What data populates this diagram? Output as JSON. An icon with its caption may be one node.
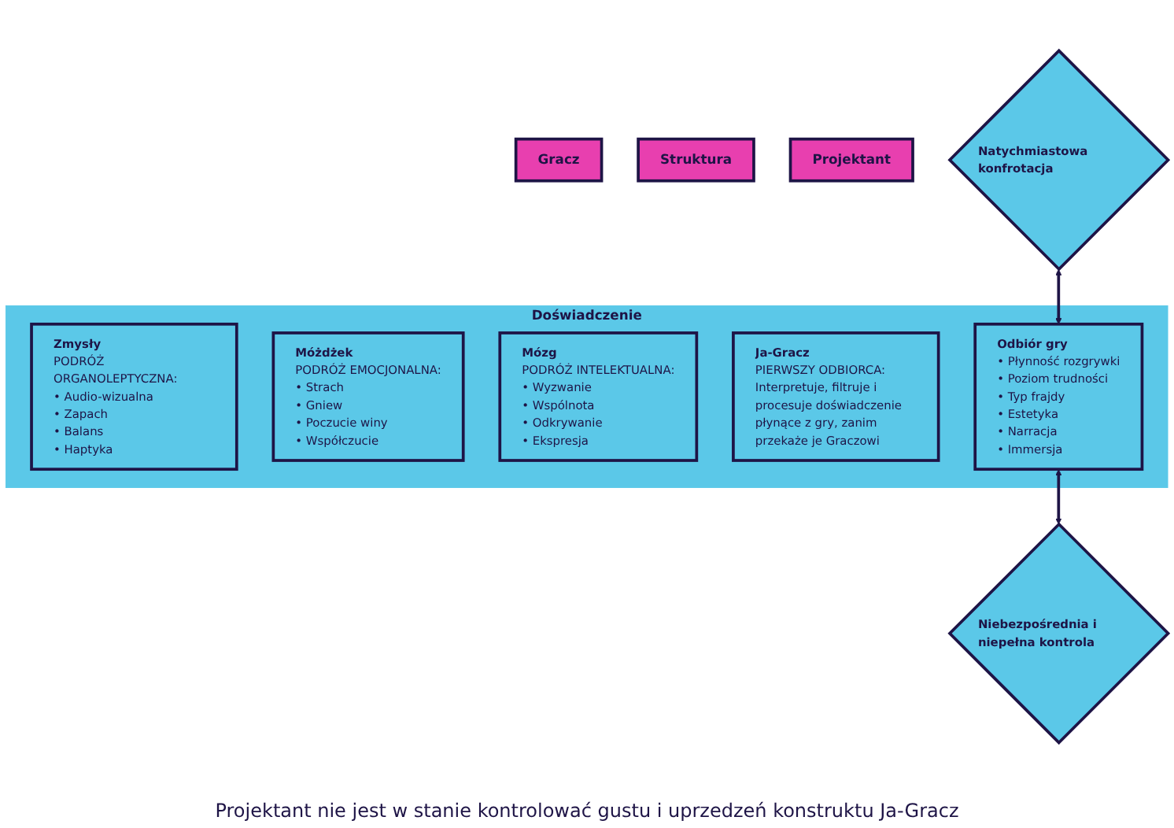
{
  "diagram": {
    "nodes": [
      {
        "text": [
          "Gracz"
        ]
      },
      {
        "text": [
          "Struktura"
        ]
      },
      {
        "text": [
          "Projektant"
        ]
      },
      {
        "text": [
          "Doświadczenie"
        ]
      },
      {
        "text": [
          "Zmysły",
          "PODRÓŻ ORGANOLEPTYCZNA:",
          "• Audio-wizualna",
          "• Zapach",
          "• Balans",
          "• Haptyka"
        ],
        "in": 3
      },
      {
        "text": [
          "Móżdżek",
          "PODRÓŻ EMOCJONALNA:",
          "• Strach",
          "• Gniew",
          "• Poczucie winy",
          "• Współczucie"
        ],
        "in": 3
      },
      {
        "text": [
          "Mózg",
          "PODRÓŻ INTELEKTUALNA:",
          "• Wyzwanie",
          "• Wspólnota",
          "• Odkrywanie",
          "• Ekspresja"
        ],
        "in": 3
      },
      {
        "text": [
          "Ja-Gracz",
          "PIERWSZY ODBIORCA:",
          "Interpretuje, filtruje i procesuje doświadczenie płynące z gry, zanim przekaże je Graczowi"
        ],
        "in": 3
      },
      {
        "text": [
          "Odbiór gry",
          "• Płynność rozgrywki",
          "• Poziom trudności",
          "• Typ frajdy",
          "• Estetyka",
          "• Narracja",
          "• Immersja"
        ],
        "in": 3
      },
      {
        "text": [
          "Natychmiastowa konfrotacja"
        ]
      },
      {
        "text": [
          "Niebezpośrednia i niepełna kontrola"
        ]
      }
    ],
    "edges": [
      {
        "from": 9,
        "to": 8,
        "arrow": "both"
      },
      {
        "from": 8,
        "to": 10,
        "arrow": "both"
      }
    ],
    "labels": [
      "Projektant nie jest w stanie kontrolować gustu i uprzedzeń konstruktu Ja-Gracz"
    ]
  }
}
